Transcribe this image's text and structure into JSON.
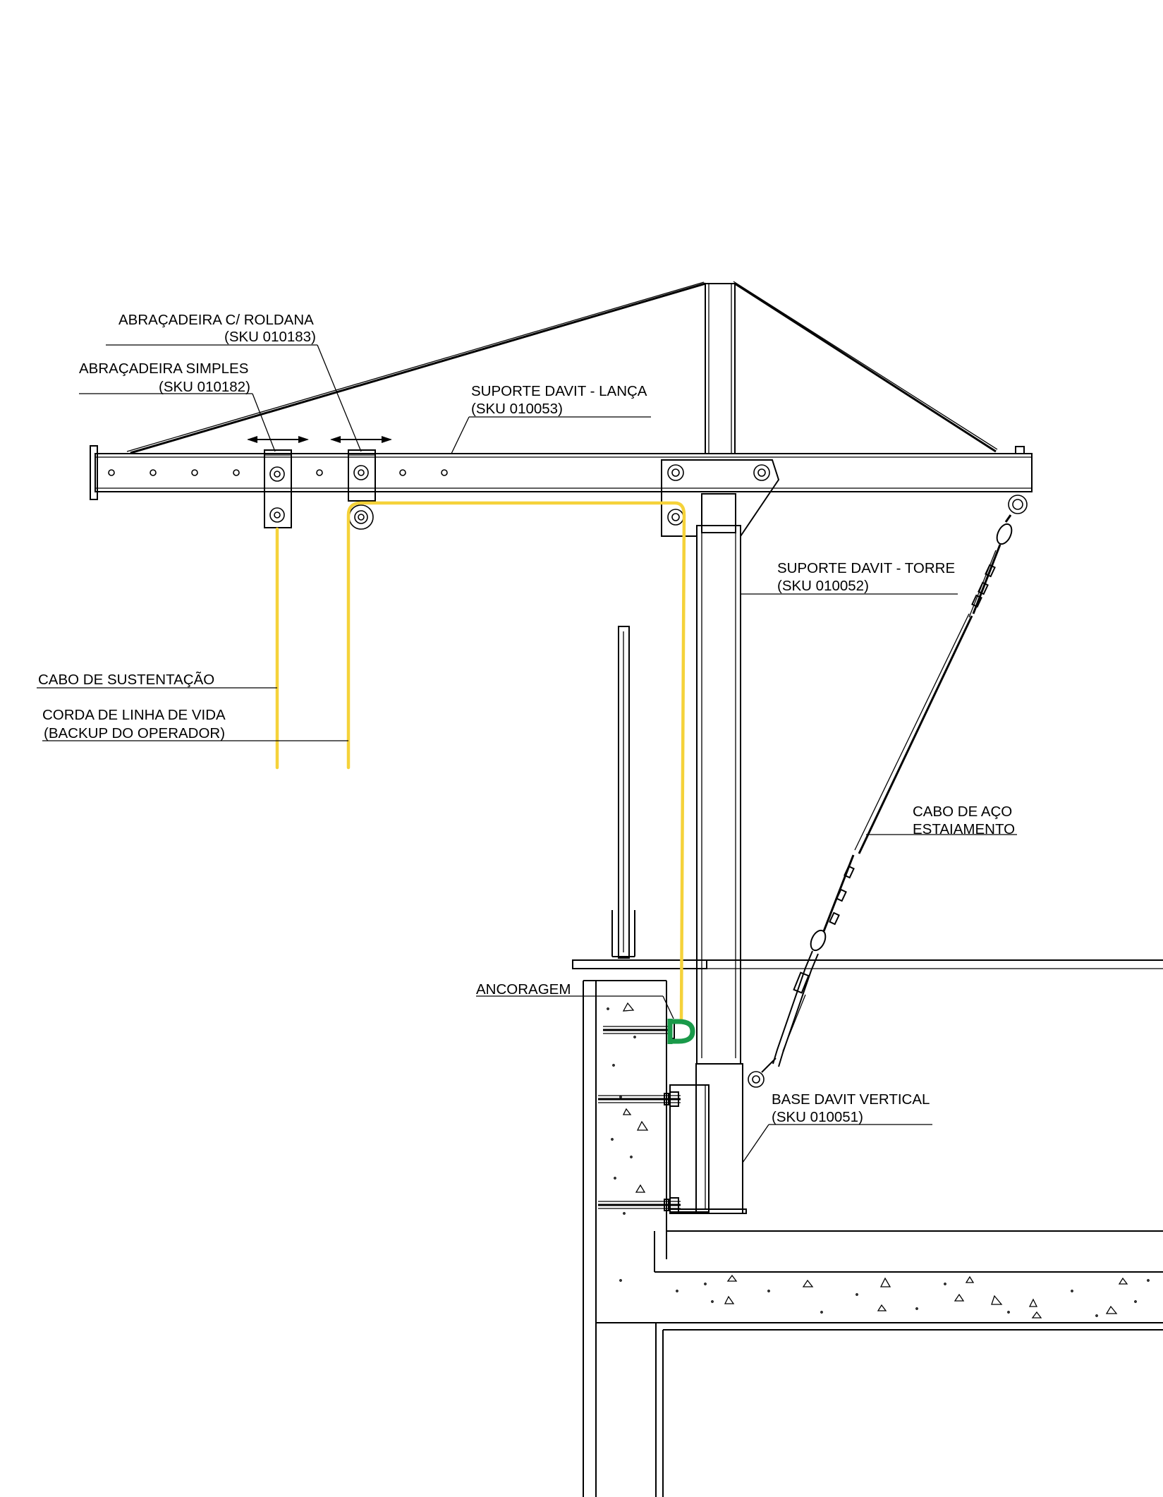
{
  "labels": {
    "abracadeira_roldana": "ABRAÇADEIRA C/ ROLDANA",
    "abracadeira_roldana_sku": "(SKU 010183)",
    "abracadeira_simples": "ABRAÇADEIRA SIMPLES",
    "abracadeira_simples_sku": "(SKU 010182)",
    "suporte_lanca": "SUPORTE DAVIT - LANÇA",
    "suporte_lanca_sku": "(SKU 010053)",
    "suporte_torre": "SUPORTE DAVIT - TORRE",
    "suporte_torre_sku": "(SKU 010052)",
    "cabo_sustentacao": "CABO DE SUSTENTAÇÃO",
    "corda_linha_vida": "CORDA DE LINHA DE VIDA",
    "corda_backup": "(BACKUP DO OPERADOR)",
    "cabo_aco": "CABO DE AÇO",
    "estaiamento": "ESTAIAMENTO",
    "ancoragem": "ANCORAGEM",
    "base_davit": "BASE DAVIT VERTICAL",
    "base_davit_sku": "(SKU 010051)"
  },
  "colors": {
    "rope": "#f5d23a",
    "anchor": "#1a9a4a",
    "line": "#000000"
  }
}
